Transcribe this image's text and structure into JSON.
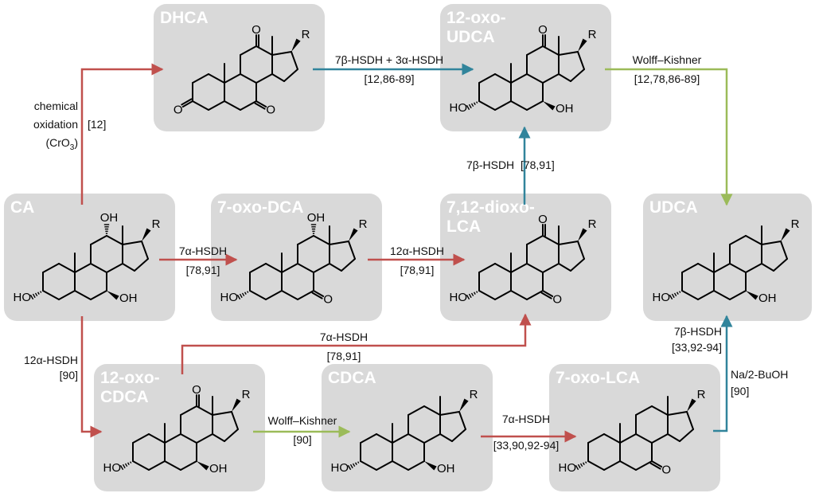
{
  "colors": {
    "box_fill": "#d9d9d9",
    "box_title": "#ffffff",
    "red": "#c0504d",
    "blue": "#31849b",
    "green": "#9bbb59",
    "bond": "#000000"
  },
  "compounds": {
    "dhca": {
      "title": [
        "DHCA"
      ],
      "c12": "O",
      "c7": "O",
      "c3": "O",
      "r": "R"
    },
    "oxo12udca": {
      "title": [
        "12-oxo-",
        "UDCA"
      ],
      "c12": "O",
      "c7": "OH",
      "c3": "HO",
      "r": "R"
    },
    "ca": {
      "title": [
        "CA"
      ],
      "c12": "OH",
      "c7": "OH",
      "c3": "HO",
      "r": "R"
    },
    "oxo7dca": {
      "title": [
        "7-oxo-DCA"
      ],
      "c12": "OH",
      "c7": "O",
      "c3": "HO",
      "r": "R"
    },
    "dioxo": {
      "title": [
        "7,12-dioxo-",
        "LCA"
      ],
      "c12": "O",
      "c7": "O",
      "c3": "HO",
      "r": "R"
    },
    "udca": {
      "title": [
        "UDCA"
      ],
      "c7": "OH",
      "c3": "HO",
      "r": "R"
    },
    "oxo12cdca": {
      "title": [
        "12-oxo-",
        "CDCA"
      ],
      "c12": "O",
      "c7": "OH",
      "c3": "HO",
      "r": "R"
    },
    "cdca": {
      "title": [
        "CDCA"
      ],
      "c7": "OH",
      "c3": "HO",
      "r": "R"
    },
    "oxo7lca": {
      "title": [
        "7-oxo-LCA"
      ],
      "c7": "O",
      "c3": "HO",
      "r": "R"
    }
  },
  "labels": {
    "chem_ox_1": "chemical",
    "chem_ox_2": "oxidation",
    "chem_ox_ref": "[12]",
    "chem_ox_reagent_open": "(CrO",
    "chem_ox_reagent_sub": "3",
    "chem_ox_reagent_close": ")",
    "dhca_udca_1": "7β-HSDH + 3α-HSDH",
    "dhca_udca_2": "[12,86-89]",
    "wk_top_1": "Wolff–Kishner",
    "wk_top_2": "[12,78,86-89]",
    "ca_7oxo_1": "7α-HSDH",
    "ca_7oxo_2": "[78,91]",
    "oxo7dca_dioxo_1": "12α-HSDH",
    "oxo7dca_dioxo_2": "[78,91]",
    "dioxo_up": "7β-HSDH  [78,91]",
    "ca_12oxo_1": "12α-HSDH",
    "ca_12oxo_2": "[90]",
    "oxo12cdca_dioxo_1": "7α-HSDH",
    "oxo12cdca_dioxo_2": "[78,91]",
    "wk_bottom_1": "Wolff–Kishner",
    "wk_bottom_2": "[90]",
    "cdca_7oxo_1": "7α-HSDH",
    "cdca_7oxo_2": "[33,90,92-94]",
    "oxo7lca_udca_1": "Na/2-BuOH",
    "oxo7lca_udca_2": "[90]",
    "udca_up_1": "7β-HSDH",
    "udca_up_2": "[33,92-94]"
  }
}
